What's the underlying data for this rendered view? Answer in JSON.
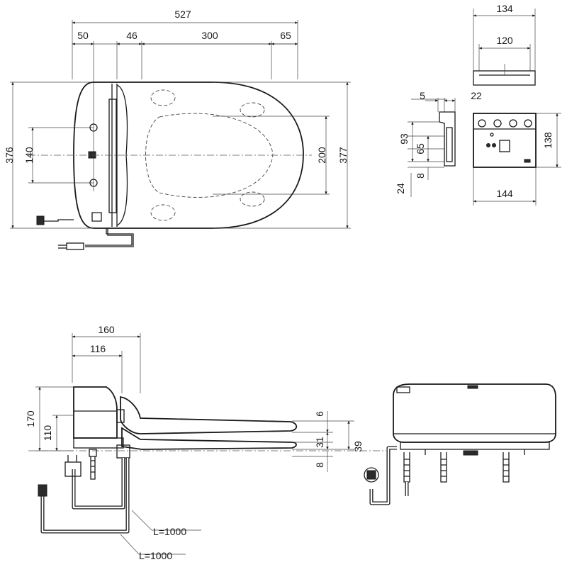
{
  "dimensions": {
    "top_view": {
      "overall_width": "527",
      "rear_offset": "50",
      "hinge_offset": "46",
      "seat_span": "300",
      "front_offset": "65",
      "overall_depth_left": "376",
      "overall_depth_right": "377",
      "bolt_spacing": "140",
      "opening_width": "200"
    },
    "control_unit": {
      "top_width": "134",
      "top_inner": "120",
      "wall_offset": "5",
      "side_depth": "22",
      "height_93": "93",
      "height_65": "65",
      "height_8": "8",
      "height_24": "24",
      "unit_height": "138",
      "unit_width": "144"
    },
    "side_view": {
      "depth_160": "160",
      "depth_116": "116",
      "height_170": "170",
      "height_110": "110",
      "lid_6": "6",
      "gap_31": "31",
      "total_39": "39",
      "bottom_8": "8"
    }
  },
  "hoses": {
    "hose_1": "L=1000",
    "hose_2": "L=1000"
  }
}
